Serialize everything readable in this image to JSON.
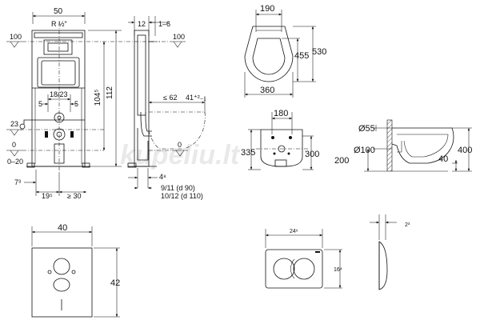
{
  "watermark": "kupeliu.lt",
  "frame_view": {
    "top_width": "50",
    "thread": "R ½\"",
    "left_level_top": "100",
    "centers": "18/23",
    "offset_left": "5",
    "offset_right": "5",
    "left_level_mid": "23",
    "left_level_floor": "0",
    "floor_range": "0–20",
    "bottom_a": "7³",
    "bottom_b": "19⁵",
    "bottom_c": "≥ 30",
    "height_total": "112",
    "height_inner": "104⁵"
  },
  "side_view": {
    "top_a": "12",
    "top_b": "1–6",
    "right_level": "100",
    "depth": "≤ 62",
    "tolerance": "41⁺²₋₁",
    "floor_level": "0",
    "offset_bottom": "4⁸",
    "pipe_a": "9/11  (d 90)",
    "pipe_b": "10/12 (d 110)"
  },
  "bowl_top": {
    "width_top": "190",
    "length_inner": "455",
    "length_outer": "530",
    "width_bottom": "360"
  },
  "bowl_back": {
    "holes": "180",
    "height_left": "335",
    "height_right": "300"
  },
  "bowl_side": {
    "inlet": "Ø55",
    "outlet": "Ø100",
    "height": "400",
    "outlet_height": "200",
    "wall_offset": "40"
  },
  "panel": {
    "width": "40",
    "height": "42"
  },
  "flush_plate": {
    "width": "24⁶",
    "height": "16⁴",
    "depth": "2³"
  }
}
